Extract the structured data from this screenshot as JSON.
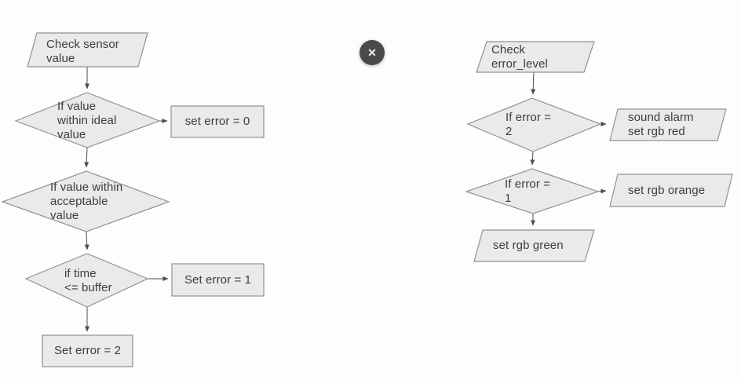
{
  "colors": {
    "background": "#fdfdfd",
    "node_fill": "#e9eaea",
    "node_stroke": "#909294",
    "arrow": "#4d4d4d",
    "label_text": "#3d3d3d",
    "close_background": "#4a4a4a",
    "close_glyph": "#ededed"
  },
  "close_button": {
    "glyph": "✕"
  },
  "flowchart_left": {
    "start": "Check sensor\nvalue",
    "decision_ideal": "If value\nwithin ideal\nvalue",
    "action_error_0": "set error = 0",
    "decision_acceptable": "If value within\nacceptable\nvalue",
    "decision_time": "if time\n<= buffer",
    "action_error_1": "Set error = 1",
    "action_error_2": "Set error = 2"
  },
  "flowchart_right": {
    "start": "Check\nerror_level",
    "decision_error_2": "If error =\n2",
    "action_alarm_red": "sound alarm\nset rgb red",
    "decision_error_1": "If error =\n1",
    "action_orange": "set rgb orange",
    "action_green": "set rgb green"
  }
}
